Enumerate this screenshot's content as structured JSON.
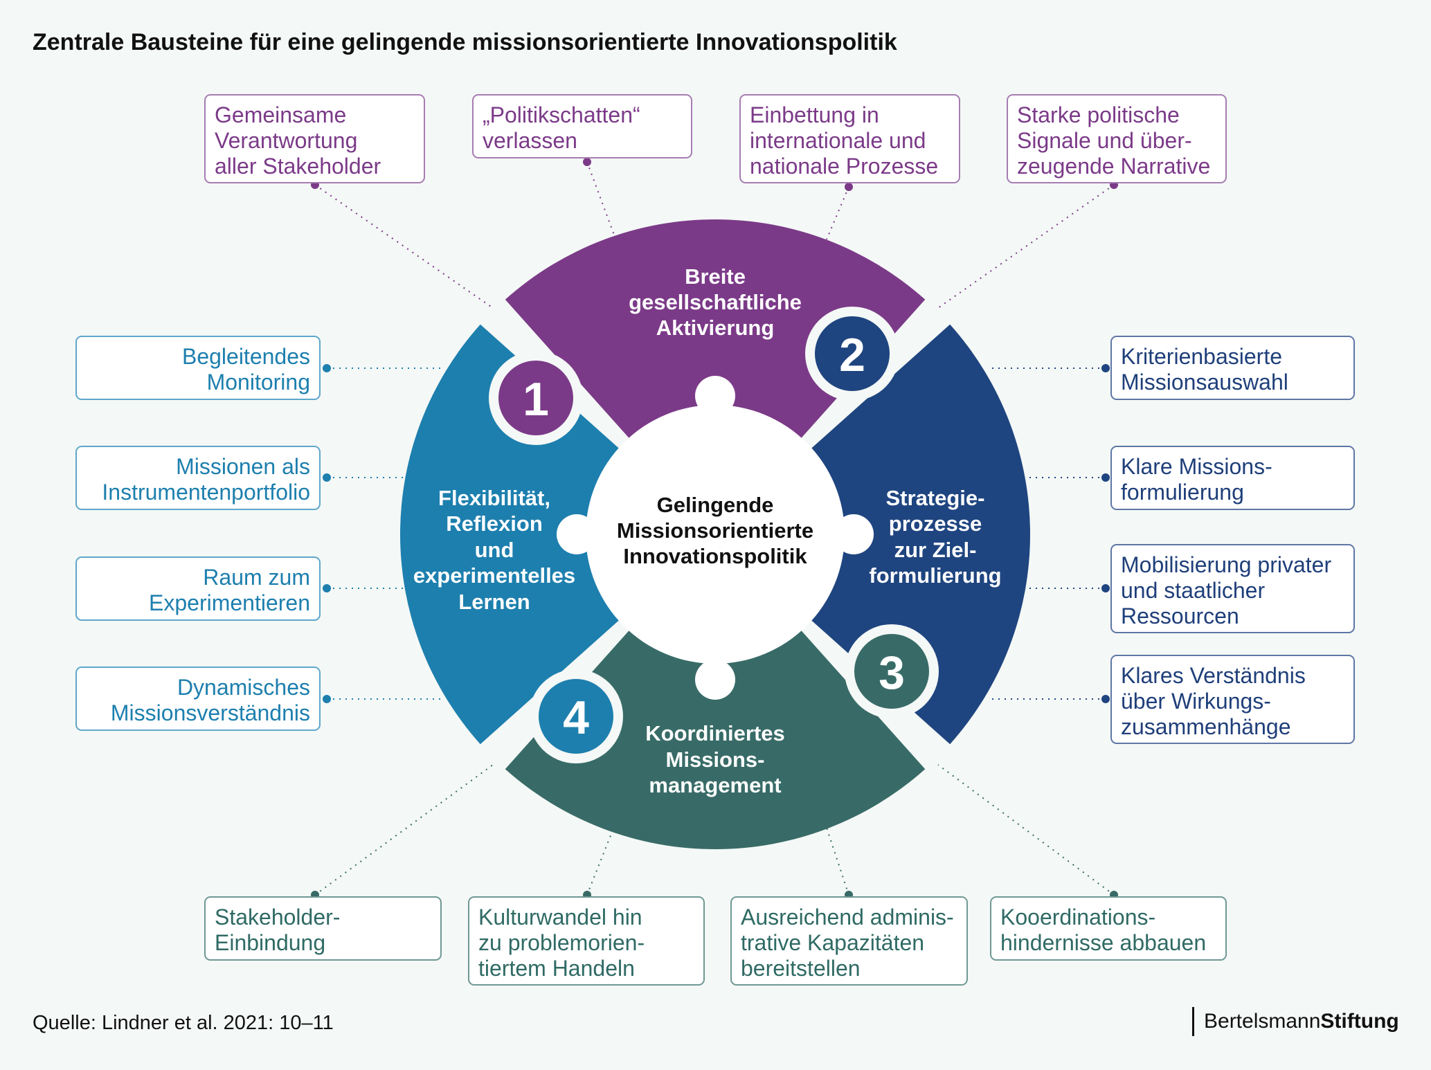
{
  "title": "Zentrale Bausteine für eine gelingende missionsorientierte Innovationspolitik",
  "center": {
    "line1": "Gelingende",
    "line2": "Missionsorientierte",
    "line3": "Innovationspolitik"
  },
  "segments": {
    "top": {
      "number": "2",
      "line1": "Breite",
      "line2": "gesellschaftliche",
      "line3": "Aktivierung",
      "color": "#7b3a88"
    },
    "right": {
      "number": "3",
      "line1": "Strategie-",
      "line2": "prozesse",
      "line3": "zur Ziel-",
      "line4": "formulierung",
      "color": "#1f4580"
    },
    "bottom": {
      "number": "4",
      "line1": "Koordiniertes",
      "line2": "Missions-",
      "line3": "management",
      "color": "#386b67"
    },
    "left": {
      "number": "1",
      "line1": "Flexibilität,",
      "line2": "Reflexion",
      "line3": "und",
      "line4": "experimentelles",
      "line5": "Lernen",
      "color": "#1d7fae"
    }
  },
  "boxes": {
    "top": [
      "Gemeinsame\nVerantwortung\naller Stakeholder",
      "„Politikschatten“\nverlassen",
      "Einbettung in\ninternationale und\nnationale Prozesse",
      "Starke politische\nSignale und über-\nzeugende Narrative"
    ],
    "left": [
      "Begleitendes\nMonitoring",
      "Missionen als\nInstrumentenportfolio",
      "Raum zum\nExperimentieren",
      "Dynamisches\nMissionsverständnis"
    ],
    "right": [
      "Kriterienbasierte\nMissionsauswahl",
      "Klare Missions-\nformulierung",
      "Mobilisierung privater\nund staatlicher\nRessourcen",
      "Klares Verständnis\nüber Wirkungs-\nzusammenhänge"
    ],
    "bottom": [
      "Stakeholder-\nEinbindung",
      "Kulturwandel hin\nzu problemorien-\ntiertem Handeln",
      "Ausreichend adminis-\ntrative Kapazitäten\nbereitstellen",
      "Kooerdinations-\nhindernisse abbauen"
    ]
  },
  "source": "Quelle:  Lindner et al. 2021: 10–11",
  "logo": {
    "part1": "Bertelsmann",
    "part2": "Stiftung"
  }
}
